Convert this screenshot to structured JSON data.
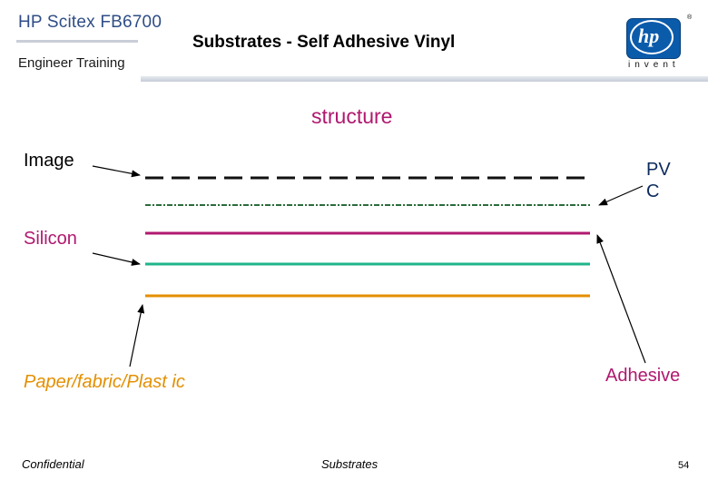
{
  "header": {
    "brand": "HP Scitex FB6700",
    "subtitle": "Engineer  Training",
    "title": "Substrates - Self  Adhesive Vinyl",
    "logo_text": "hp",
    "logo_tagline": "invent",
    "logo_mark": "®"
  },
  "section_title": "structure",
  "labels": {
    "image": "Image",
    "silicon": "Silicon",
    "pvc_line1": "PV",
    "pvc_line2": "C",
    "paper": "Paper/fabric/Plast ic",
    "adhesive": "Adhesive"
  },
  "layers": {
    "image_color": "#111111",
    "pvc_color": "#2b6b3c",
    "silicon_color": "#b0186f",
    "adhesive_color": "#20b58a",
    "paper_color": "#e48f00"
  },
  "footer": {
    "left": "Confidential",
    "center": "Substrates",
    "page": "54"
  }
}
